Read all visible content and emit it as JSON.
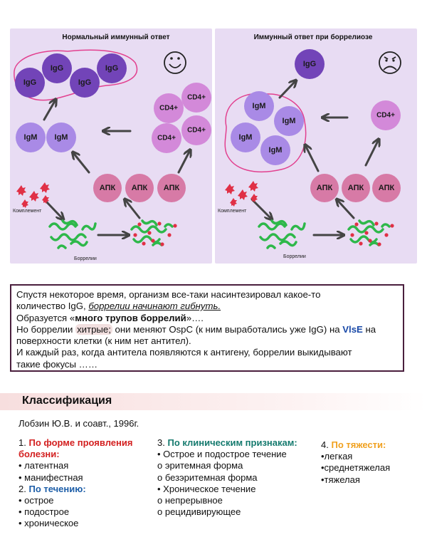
{
  "diagram": {
    "left_panel": {
      "title": "Нормальный иммунный ответ",
      "igg_labels": [
        "IgG",
        "IgG",
        "IgG",
        "IgG"
      ],
      "igm_labels": [
        "IgM",
        "IgM"
      ],
      "cd4_labels": [
        "CD4+",
        "CD4+",
        "CD4+",
        "CD4+"
      ],
      "apk_labels": [
        "АПК",
        "АПК",
        "АПК"
      ],
      "complement_label": "Комплемент",
      "borrelia_label": "Боррелии",
      "face": "smiling-face-icon"
    },
    "right_panel": {
      "title": "Иммунный ответ при боррелиозе",
      "igg_labels": [
        "IgG"
      ],
      "igm_labels": [
        "IgM",
        "IgM",
        "IgM",
        "IgM"
      ],
      "cd4_labels": [
        "CD4+"
      ],
      "apk_labels": [
        "АПК",
        "АПК",
        "АПК"
      ],
      "complement_label": "Комплемент",
      "borrelia_label": "Боррелии",
      "face": "sad-face-icon"
    },
    "colors": {
      "igg": "#7244b8",
      "igm": "#a98ae6",
      "cd4": "#d389d9",
      "apk": "#d77aa6",
      "outline": "#e2408f",
      "panel": "#e8dcf3",
      "borrelia_green": "#2eb84a",
      "spot_red": "#e03046"
    }
  },
  "note": {
    "line1": "Спустя некоторое время, организм все-таки насинтезировал какое-то",
    "line2_pre": "количество IgG, ",
    "line2_u": "боррелии начинают гибнуть.",
    "line3_pre": "Образуется «",
    "line3_b": "много трупов боррелий",
    "line3_post": "»….",
    "line4_pre": "Но боррелии ",
    "line4_hl": "хитрые;",
    "line4_mid": " они меняют OspC (к ним выработались уже IgG) на ",
    "line4_b": "VlsE",
    "line4_post": " на",
    "line5": "поверхности клетки (к ним нет антител).",
    "line6": "И каждый раз, когда антитела появляются к антигену, боррелии выкидывают",
    "line7": "такие фокусы ……"
  },
  "classification": {
    "title": "Классификация",
    "author": "Лобзин Ю.В. и соавт., 1996г.",
    "col1": {
      "h1_num": "1. ",
      "h1": "По форме проявления болезни:",
      "h1_items": [
        "• латентная",
        "• манифестная"
      ],
      "h2_num": "2. ",
      "h2": "По течению:",
      "h2_items": [
        "• острое",
        "• подострое",
        "• хроническое"
      ]
    },
    "col2": {
      "h_num": "3. ",
      "h": "По клиническим признакам:",
      "items": [
        "• Острое и подострое течение",
        "о эритемная форма",
        "о безэритемная форма",
        "• Хроническое течение",
        "о непрерывное",
        "о рецидивирующее"
      ]
    },
    "col3": {
      "h_num": "4. ",
      "h": "По тяжести:",
      "items": [
        "•легкая",
        "•среднетяжелая",
        "•тяжелая"
      ]
    }
  }
}
